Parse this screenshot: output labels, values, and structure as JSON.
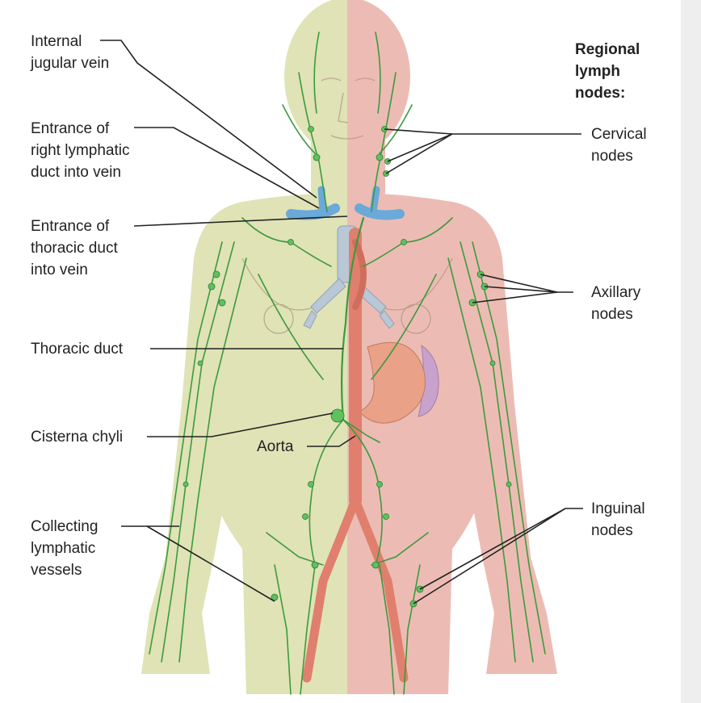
{
  "heading": "Regional\nlymph\nnodes:",
  "labels": {
    "internal_jugular_vein": "Internal\njugular vein",
    "right_lymphatic_duct": "Entrance of\nright lymphatic\nduct into vein",
    "thoracic_duct_entrance": "Entrance of\nthoracic duct\ninto vein",
    "thoracic_duct": "Thoracic duct",
    "cisterna_chyli": "Cisterna chyli",
    "aorta": "Aorta",
    "collecting_vessels": "Collecting\nlymphatic\nvessels",
    "cervical_nodes": "Cervical\nnodes",
    "axillary_nodes": "Axillary\nnodes",
    "inguinal_nodes": "Inguinal\nnodes"
  },
  "colors": {
    "lymph_green": "#3d9a3d",
    "node_green": "#5fc05f",
    "right_body": "#dfe3b6",
    "left_body": "#ecbcb4",
    "aorta": "#e07f6e",
    "vein_blue": "#6aa9d8",
    "trachea": "#b9c7d6",
    "stomach": "#e9a288",
    "spleen": "#c8a2cc"
  }
}
